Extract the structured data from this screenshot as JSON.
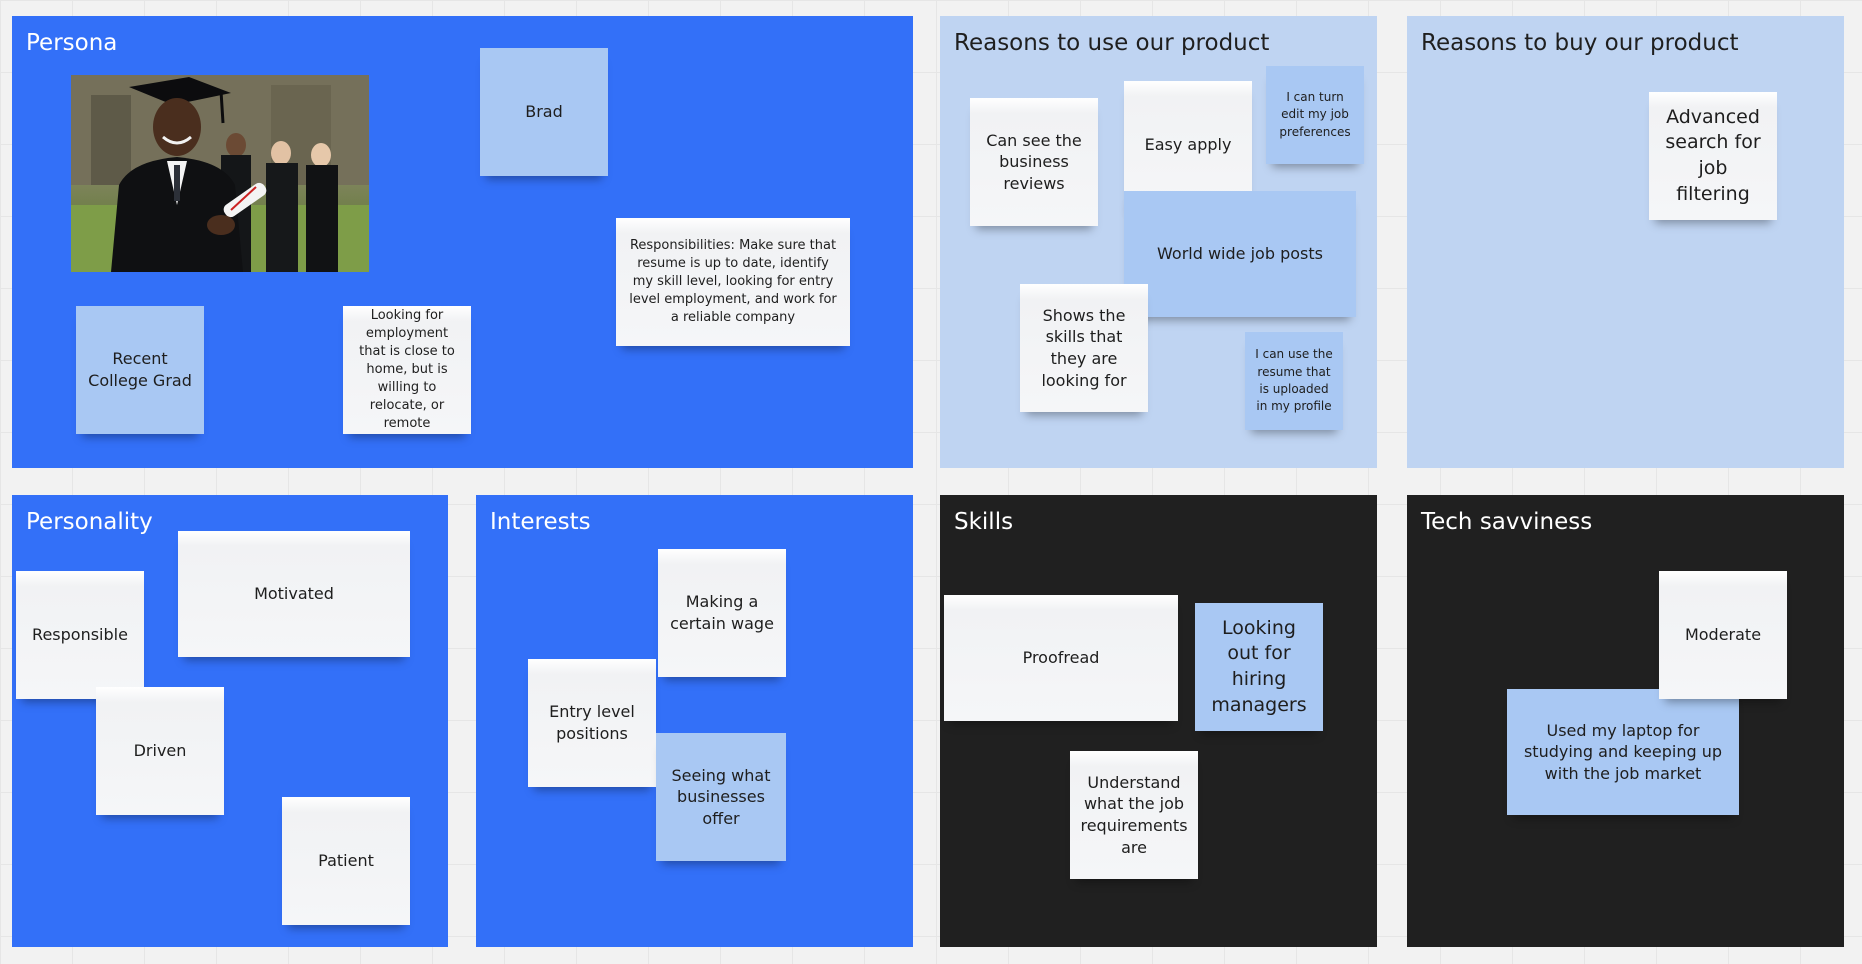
{
  "frames": {
    "persona": {
      "title": "Persona",
      "notes": {
        "brad": "Brad",
        "recent_grad": "Recent College Grad",
        "employment": "Looking for employment that is close to home, but is willing to relocate, or remote",
        "responsibilities": "Responsibilities: Make sure that resume is up to date, identify my skill level, looking for entry level employment, and work for a reliable company"
      }
    },
    "reasons_use": {
      "title": "Reasons to use our product",
      "notes": {
        "reviews": "Can see the business reviews",
        "easy_apply": "Easy apply",
        "edit_prefs": "I can turn edit my job preferences",
        "world_wide": "World wide job posts",
        "skills": "Shows the skills that they are looking for",
        "resume": "I can use the resume that is uploaded in my profile"
      }
    },
    "reasons_buy": {
      "title": "Reasons to buy our product",
      "notes": {
        "advanced": "Advanced search for job filtering"
      }
    },
    "personality": {
      "title": "Personality",
      "notes": {
        "responsible": "Responsible",
        "motivated": "Motivated",
        "driven": "Driven",
        "patient": "Patient"
      }
    },
    "interests": {
      "title": "Interests",
      "notes": {
        "wage": "Making a certain wage",
        "entry_level": "Entry level positions",
        "businesses": "Seeing what businesses offer"
      }
    },
    "skills": {
      "title": "Skills",
      "notes": {
        "proofread": "Proofread",
        "hiring": "Looking out for hiring managers",
        "requirements": "Understand what the job requirements are"
      }
    },
    "tech": {
      "title": "Tech savviness",
      "notes": {
        "moderate": "Moderate",
        "laptop": "Used my laptop for studying and keeping up with the job market"
      }
    }
  },
  "colors": {
    "frame_blue": "#3370f8",
    "frame_light": "#bfd4f2",
    "frame_dark": "#202020",
    "note_white": "#f5f6f8",
    "note_blue": "#a9c8f3"
  }
}
